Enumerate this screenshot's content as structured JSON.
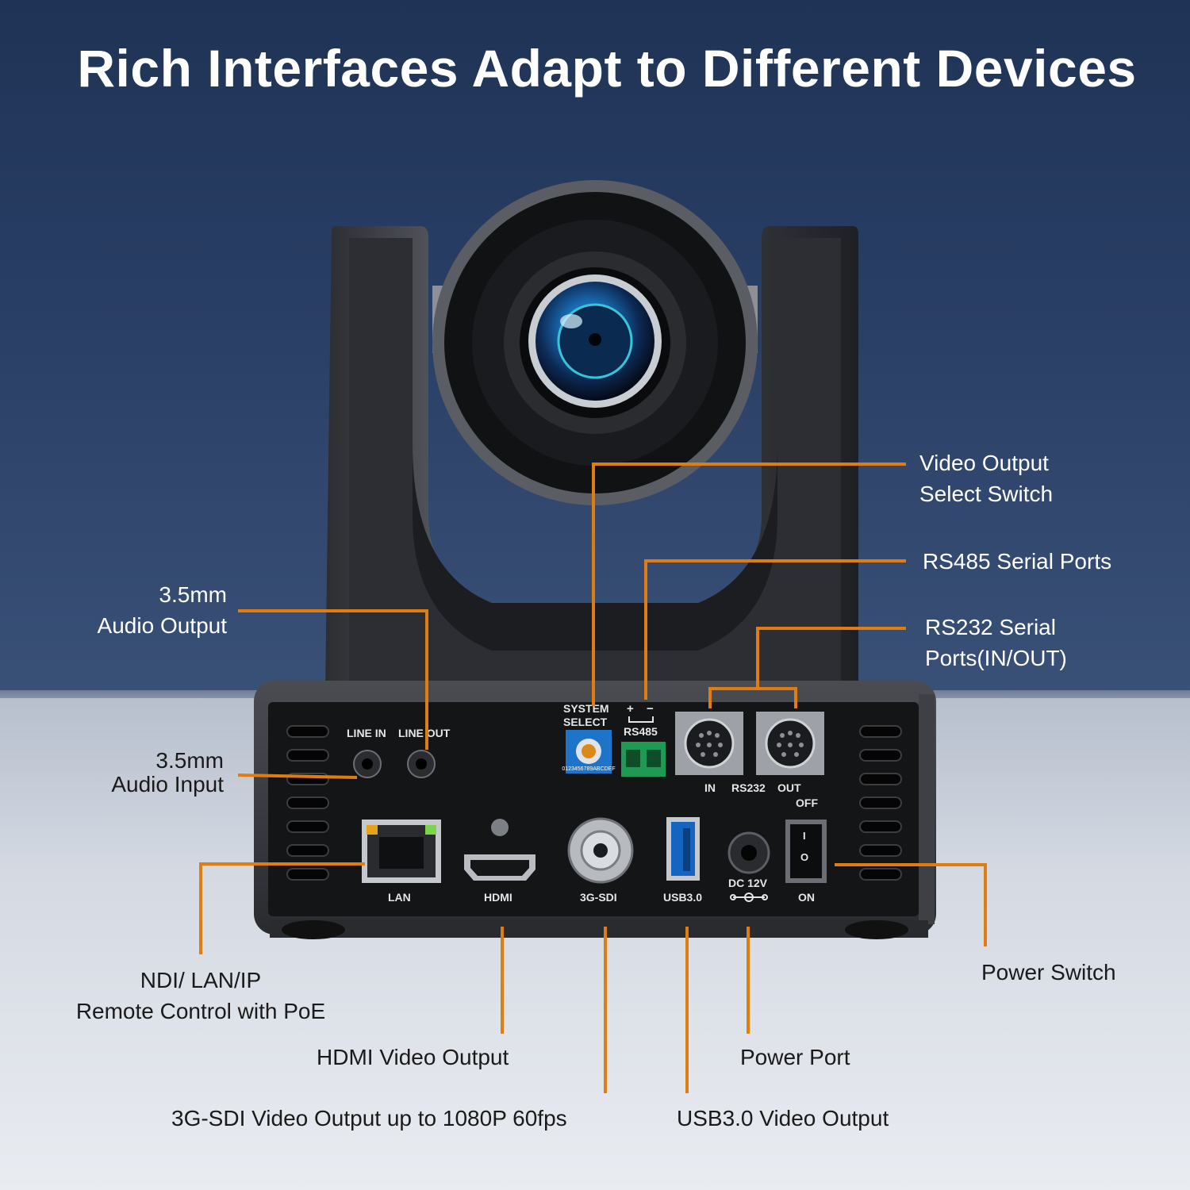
{
  "title": "Rich Interfaces Adapt to Different Devices",
  "colors": {
    "callout_line": "#e07d10",
    "background_top": "#24395e",
    "panel": "#141517"
  },
  "callouts": {
    "video_output_select": [
      "Video Output",
      "Select Switch"
    ],
    "rs485": [
      "RS485 Serial Ports"
    ],
    "rs232": [
      "RS232 Serial",
      "Ports(IN/OUT)"
    ],
    "audio_output": [
      "3.5mm",
      "Audio Output"
    ],
    "audio_input": [
      "3.5mm",
      "Audio Input"
    ],
    "lan": [
      "NDI/ LAN/IP",
      "Remote Control with PoE"
    ],
    "hdmi": [
      "HDMI Video Output"
    ],
    "sdi": [
      "3G-SDI Video Output up to 1080P 60fps"
    ],
    "usb": [
      "USB3.0 Video Output"
    ],
    "power_port": [
      "Power Port"
    ],
    "power_switch": [
      "Power Switch"
    ]
  },
  "panel_labels": {
    "line_in": "LINE  IN",
    "line_out": "LINE OUT",
    "system": "SYSTEM",
    "select": "SELECT",
    "rs485": "RS485",
    "dial_digits": "0123456789ABCDEF",
    "in": "IN",
    "rs232": "RS232",
    "out": "OUT",
    "off": "OFF",
    "on": "ON",
    "lan": "LAN",
    "hdmi": "HDMI",
    "sdi": "3G-SDI",
    "usb": "USB3.0",
    "dc": "DC 12V",
    "plus": "+",
    "minus": "−",
    "switch_i": "I",
    "switch_o": "O"
  }
}
